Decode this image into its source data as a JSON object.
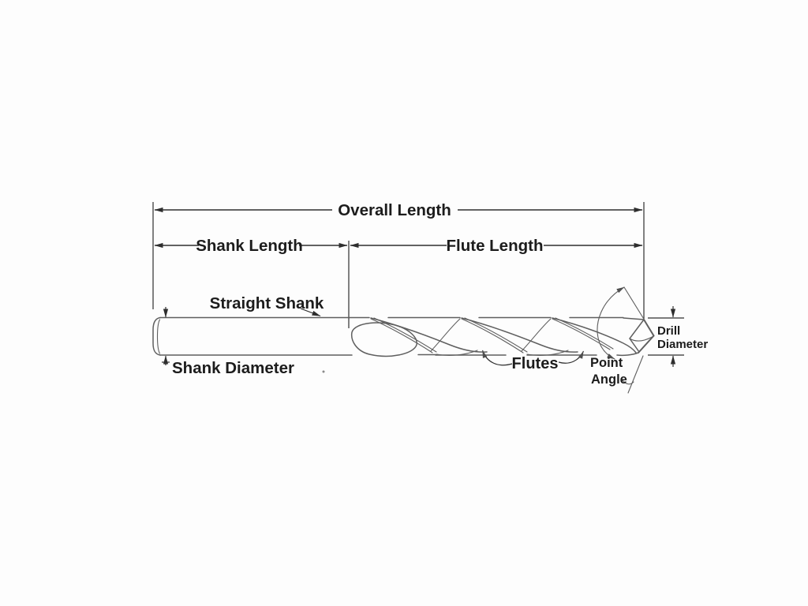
{
  "title": "Drill bit dimension diagram",
  "colors": {
    "background": "#fdfdfd",
    "dim": "#2e2e2e",
    "draw": "#5f5f5f",
    "text": "#1c1c1c"
  },
  "labels": {
    "overall_length": "Overall Length",
    "shank_length": "Shank Length",
    "flute_length": "Flute Length",
    "straight_shank": "Straight Shank",
    "shank_diameter": "Shank Diameter",
    "flutes": "Flutes",
    "point_angle": {
      "line1": "Point",
      "line2": "Angle"
    },
    "drill_diameter": {
      "line1": "Drill",
      "line2": "Diameter"
    }
  }
}
